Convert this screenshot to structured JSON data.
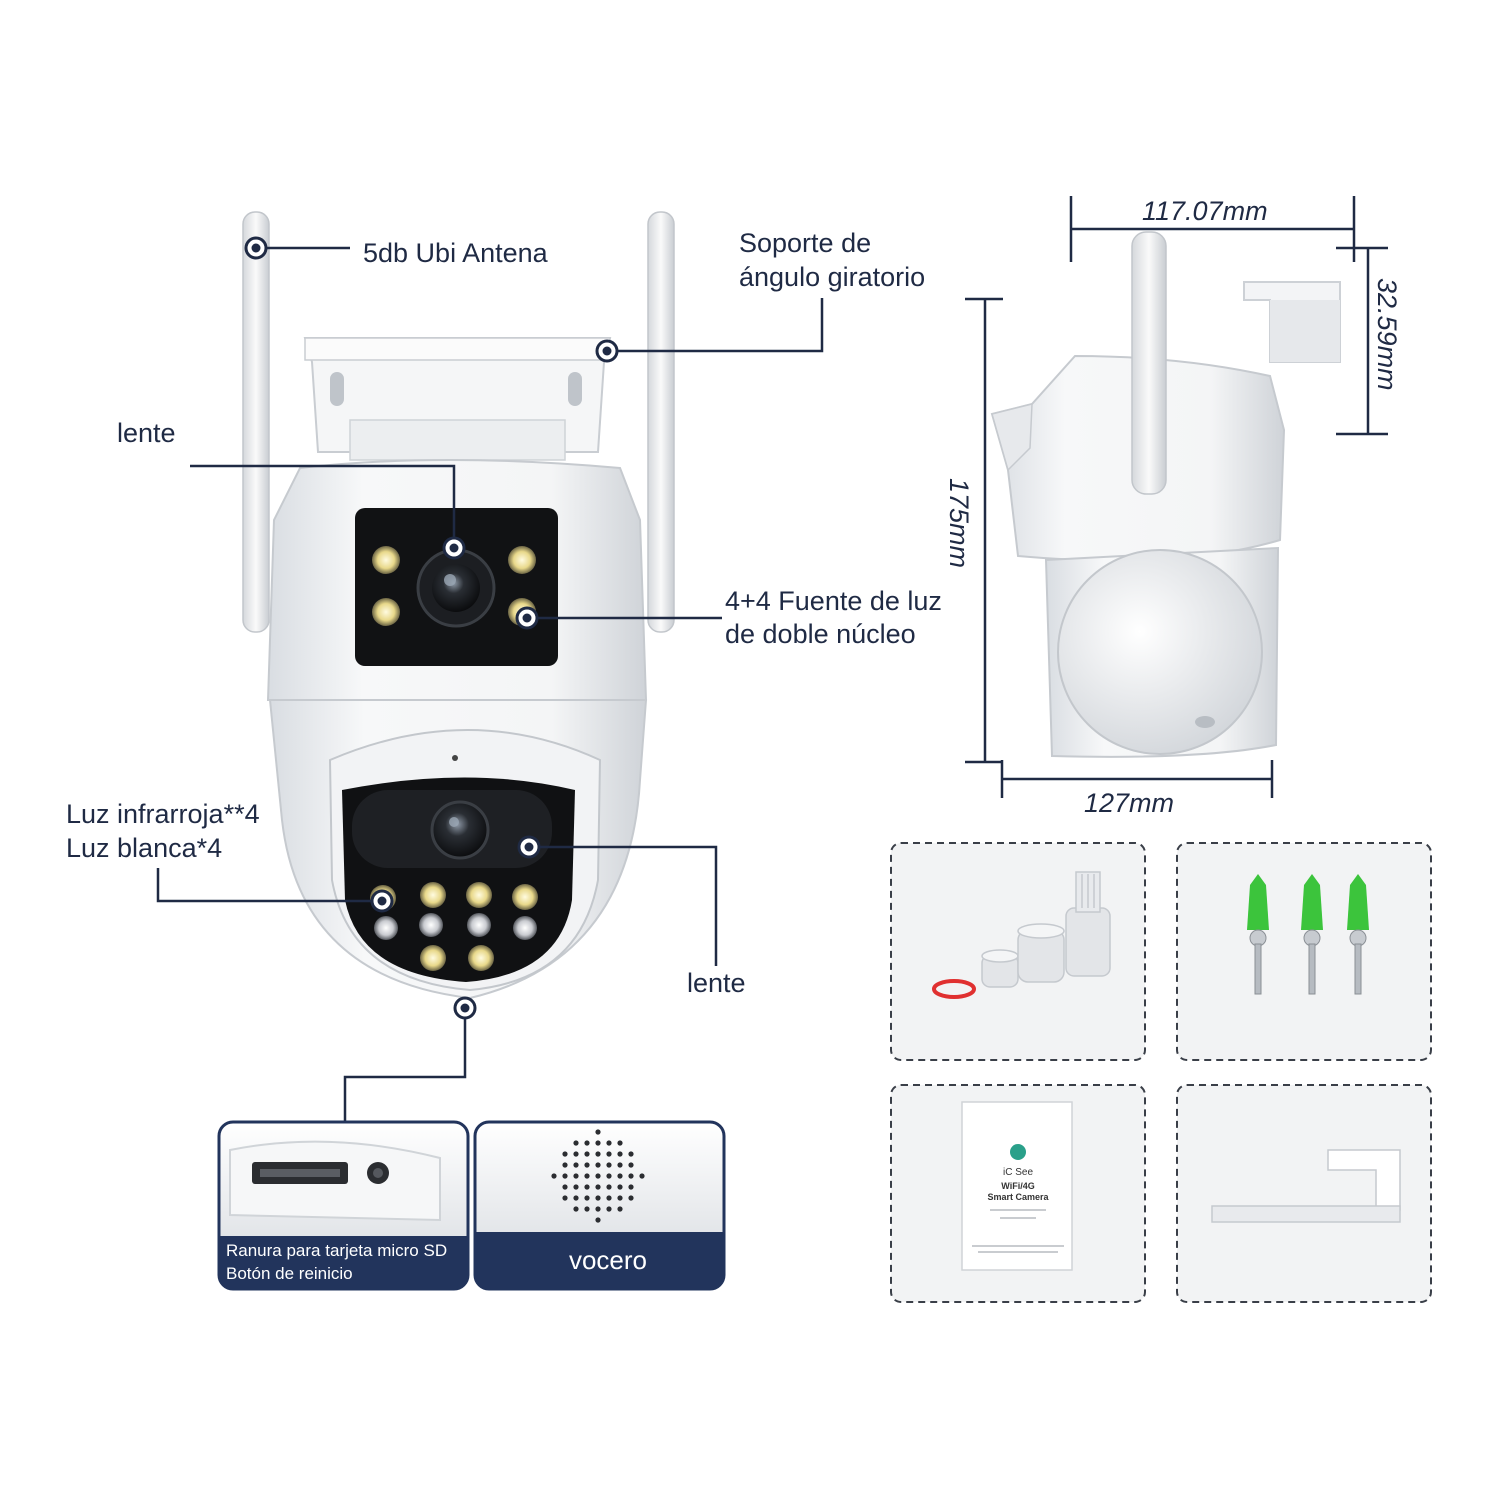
{
  "callouts": {
    "antenna": "5db Ubi Antena",
    "mount_line1": "Soporte de",
    "mount_line2": "ángulo giratorio",
    "lens_top": "lente",
    "light_line1": "4+4 Fuente de luz",
    "light_line2": "de doble núcleo",
    "ir_line1": "Luz infrarroja**4",
    "ir_line2": "Luz blanca*4",
    "lens_bottom": "lente"
  },
  "dimensions": {
    "width_top": "117.07mm",
    "bracket_height": "32.59mm",
    "height": "175mm",
    "width_bottom": "127mm"
  },
  "detail_panels": {
    "sd_line1": "Ranura para tarjeta micro SD",
    "sd_line2": "Botón de reinicio",
    "speaker": "vocero"
  },
  "manual": {
    "line1": "iC See",
    "line2": "WiFi/4G",
    "line3": "Smart Camera"
  },
  "colors": {
    "text": "#1f2a44",
    "panel_band": "#22345c",
    "plug_green": "#3cc43c",
    "ring_red": "#e03030"
  }
}
